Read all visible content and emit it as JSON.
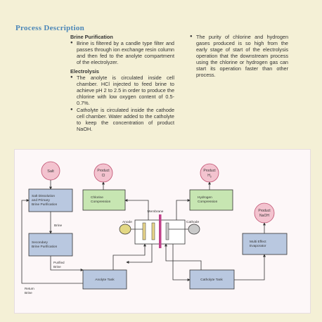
{
  "heading": "Process Description",
  "text": {
    "brine_purification_title": "Brine Purification",
    "brine_purification_bullets": [
      "Brine is filtered by a candle type filter and passes through ion exchange resin column and then fed to the anolyte compartment of the electrolyzer."
    ],
    "electrolysis_title": "Electrolysis",
    "electrolysis_bullets": [
      "The anolyte is circulated inside cell chamber. HCl injected to feed brine to achieve pH 2 to 2.5 in order to produce the chlorine with low oxygen content of 0.5-0.7%.",
      "Catholyte is circulated inside the cathode cell chamber. Water added to the catholyte to keep the concentration of product NaOH."
    ],
    "right_bullets": [
      "The purity of chlorine and hydrogen gases produced is so high from the early stage of start of the electrolysis operation that the downstream process using the chlorine or hydrogen gas can start its operation faster than other process."
    ]
  },
  "diagram": {
    "salt": "Salt",
    "product_cl_1": "Product",
    "product_cl_2": "Cl",
    "product_h_1": "Product",
    "product_h_2": "H",
    "product_h_sub": "2",
    "product_naoh_1": "Product",
    "product_naoh_2": "NaOH",
    "salt_dissolution_1": "Salt Dissolution",
    "salt_dissolution_2": "and Primary",
    "salt_dissolution_3": "Brine Purification",
    "chlorine_compression_1": "Chlorine",
    "chlorine_compression_2": "Compression",
    "hydrogen_compression_1": "Hydrogen",
    "hydrogen_compression_2": "Compression",
    "membrane": "Membrane",
    "anode": "Anode",
    "cathode": "Cathode",
    "brine": "Brine",
    "secondary_1": "Secondary",
    "secondary_2": "Brine Purification",
    "purified_1": "Purified",
    "purified_2": "Brine",
    "anolyte_tank": "Anolyte Tank",
    "catholyte_tank": "Catholyte Tank",
    "evaporator_1": "Multi Effect",
    "evaporator_2": "Evaporator",
    "return_1": "Return",
    "return_2": "Brine"
  },
  "colors": {
    "heading": "#4a86b8",
    "blue_box": "#b9c8e0",
    "green_box": "#c7e6b2",
    "product_circle": "#f3c3cf",
    "line": "#333333"
  }
}
